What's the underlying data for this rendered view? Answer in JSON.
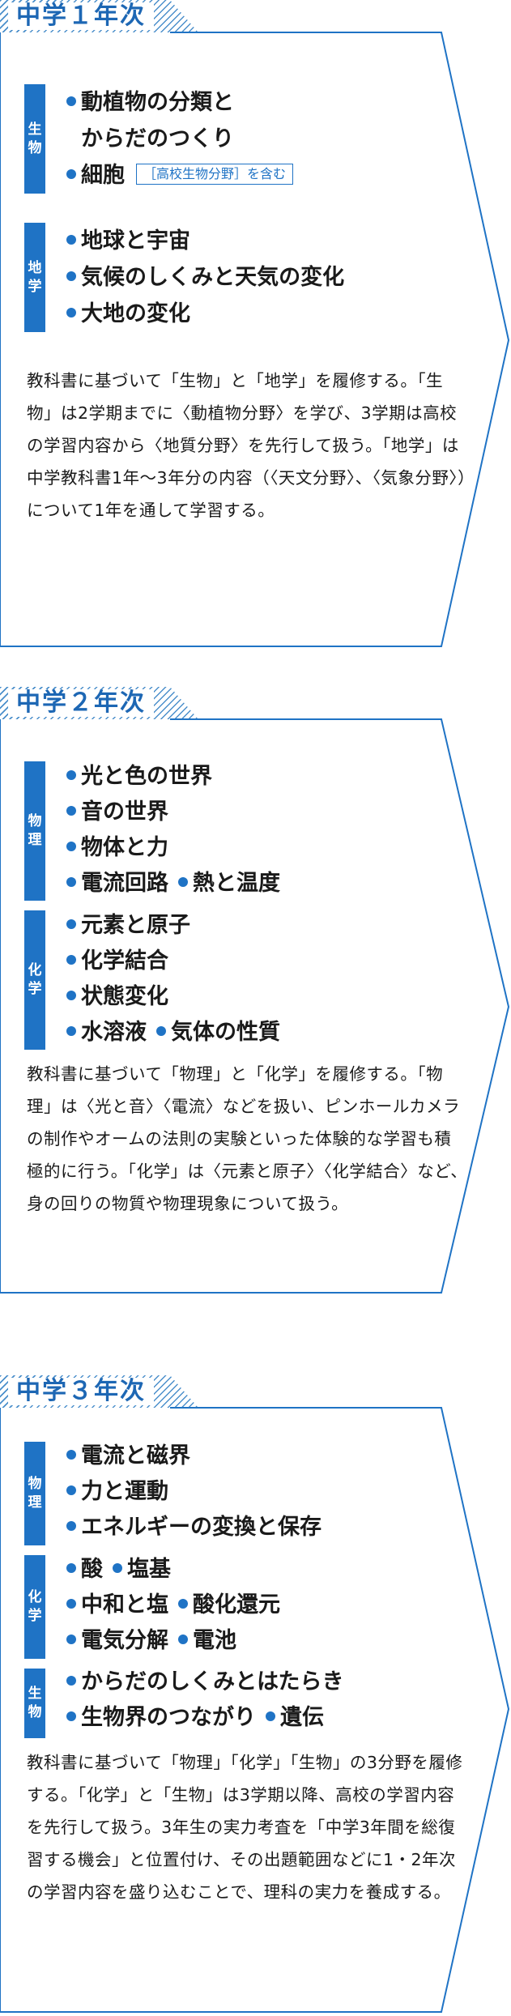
{
  "colors": {
    "accent": "#1f73c5",
    "heading": "#1d67b4",
    "text": "#1a1a1a",
    "frame": "#1f73c5"
  },
  "sections": [
    {
      "title": "中学１年次",
      "groups": [
        {
          "tag": "生物",
          "rows": [
            [
              "動植物の分類と"
            ],
            [
              "からだのつくり"
            ],
            [
              "細胞"
            ]
          ],
          "note": "［高校生物分野］を含む"
        },
        {
          "tag": "地学",
          "rows": [
            [
              "地球と宇宙"
            ],
            [
              "気候のしくみと天気の変化"
            ],
            [
              "大地の変化"
            ]
          ]
        }
      ],
      "description": "教科書に基づいて「生物」と「地学」を履修する。「生物」は2学期までに〈動植物分野〉を学び、3学期は高校の学習内容から〈地質分野〉を先行して扱う。「地学」は中学教科書1年～3年分の内容（〈天文分野〉、〈気象分野〉）について1年を通して学習する。"
    },
    {
      "title": "中学２年次",
      "groups": [
        {
          "tag": "物理",
          "rows": [
            [
              "光と色の世界"
            ],
            [
              "音の世界"
            ],
            [
              "物体と力"
            ],
            [
              "電流回路",
              "熱と温度"
            ]
          ]
        },
        {
          "tag": "化学",
          "rows": [
            [
              "元素と原子"
            ],
            [
              "化学結合"
            ],
            [
              "状態変化"
            ],
            [
              "水溶液",
              "気体の性質"
            ]
          ]
        }
      ],
      "description": "教科書に基づいて「物理」と「化学」を履修する。「物理」は〈光と音〉〈電流〉などを扱い、ピンホールカメラの制作やオームの法則の実験といった体験的な学習も積極的に行う。「化学」は〈元素と原子〉〈化学結合〉など、身の回りの物質や物理現象について扱う。"
    },
    {
      "title": "中学３年次",
      "groups": [
        {
          "tag": "物理",
          "rows": [
            [
              "電流と磁界"
            ],
            [
              "力と運動"
            ],
            [
              "エネルギーの変換と保存"
            ]
          ]
        },
        {
          "tag": "化学",
          "rows": [
            [
              "酸",
              "塩基"
            ],
            [
              "中和と塩",
              "酸化還元"
            ],
            [
              "電気分解",
              "電池"
            ]
          ]
        },
        {
          "tag": "生物",
          "rows": [
            [
              "からだのしくみとはたらき"
            ],
            [
              "生物界のつながり",
              "遺伝"
            ]
          ]
        }
      ],
      "description": "教科書に基づいて「物理」「化学」「生物」の3分野を履修する。「化学」と「生物」は3学期以降、高校の学習内容を先行して扱う。3年生の実力考査を「中学3年間を総復習する機会」と位置付け、その出題範囲などに1・2年次の学習内容を盛り込むことで、理科の実力を養成する。"
    }
  ]
}
